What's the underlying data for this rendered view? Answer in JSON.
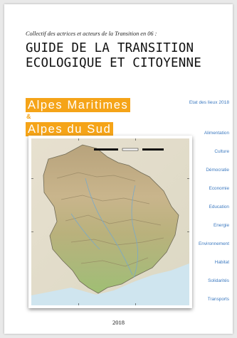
{
  "header": {
    "subtitle": "Collectif des actrices et acteurs de la Transition en 06 :",
    "title_line1": "GUIDE DE LA TRANSITION",
    "title_line2": "ECOLOGIQUE ET CITOYENNE"
  },
  "regions": {
    "first": "Alpes Maritimes",
    "ampersand": "&",
    "second": "Alpes du Sud"
  },
  "sidebar": {
    "etat": "Etat des lieux 2018",
    "themes": [
      "Alimentation",
      "Culture",
      "Démocratie",
      "Economie",
      "Education",
      "Energie",
      "Environnement",
      "Habitat",
      "Solidarités",
      "Transports"
    ]
  },
  "footer": {
    "year": "2018"
  },
  "colors": {
    "accent_orange": "#f5a418",
    "link_blue": "#3d7ac0",
    "sea_blue": "#cfe5ef"
  }
}
